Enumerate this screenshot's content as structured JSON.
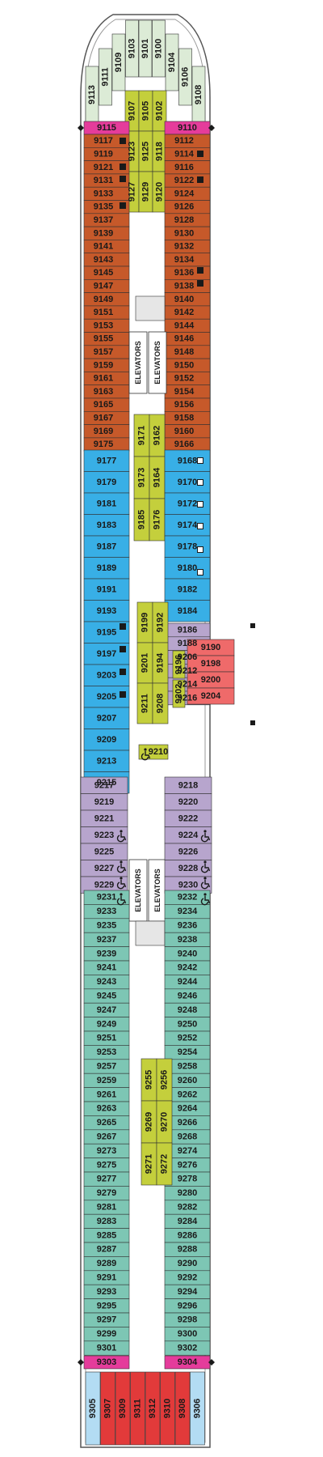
{
  "deck_plan": {
    "labels": {
      "elevators": "ELEVATORS"
    },
    "colors": {
      "pale_green": "#dcebd6",
      "pink": "#e53c9b",
      "brown": "#c6592a",
      "olive": "#c4cf3c",
      "blue": "#38afe6",
      "lavender": "#b7a5cd",
      "salmon": "#ef6a6a",
      "teal": "#7dc6b4",
      "red": "#e23a3a",
      "light_blue": "#b3dcf3",
      "hull": "#cfcfcf"
    },
    "icons": [
      "wheelchair-icon",
      "square-icon",
      "filled-square-icon",
      "diamond-icon"
    ],
    "bow_cabins": [
      "9113",
      "9111",
      "9109",
      "9103",
      "9101",
      "9100",
      "9104",
      "9106",
      "9108"
    ],
    "bow_center_cabins": [
      "9107",
      "9105",
      "9102",
      "9123",
      "9125",
      "9118",
      "9127",
      "9129",
      "9120"
    ],
    "bow_pink_cabins": [
      "9115",
      "9110"
    ],
    "forward_port_cabins": [
      "9117",
      "9119",
      "9121",
      "9131",
      "9133",
      "9135",
      "9137",
      "9139",
      "9141",
      "9143",
      "9145",
      "9147",
      "9149",
      "9151",
      "9153",
      "9155",
      "9157",
      "9159",
      "9161",
      "9163",
      "9165",
      "9167",
      "9169",
      "9175"
    ],
    "forward_starboard_cabins": [
      "9112",
      "9114",
      "9116",
      "9122",
      "9124",
      "9126",
      "9128",
      "9130",
      "9132",
      "9134",
      "9136",
      "9138",
      "9140",
      "9142",
      "9144",
      "9146",
      "9148",
      "9150",
      "9152",
      "9154",
      "9156",
      "9158",
      "9160",
      "9166"
    ],
    "forward_center_cabins": [
      "9171",
      "9162",
      "9173",
      "9164",
      "9185",
      "9176"
    ],
    "mid_port_cabins": [
      "9177",
      "9179",
      "9181",
      "9183",
      "9187",
      "9189",
      "9191",
      "9193",
      "9195",
      "9197",
      "9203",
      "9205",
      "9207",
      "9209",
      "9213",
      "9215"
    ],
    "mid_starboard_cabins": [
      "9168",
      "9170",
      "9172",
      "9174",
      "9178",
      "9180",
      "9182",
      "9184"
    ],
    "mid_starboard_lavender_cabins": [
      "9186",
      "9188",
      "9206",
      "9212",
      "9214",
      "9216"
    ],
    "salmon_cabins": [
      "9190",
      "9198",
      "9200",
      "9204"
    ],
    "mid_center_cabins": [
      "9199",
      "9192",
      "9201",
      "9194",
      "9211",
      "9208",
      "9196",
      "9202",
      "9210"
    ],
    "aft_lavender_port_cabins": [
      "9217",
      "9219",
      "9221",
      "9223",
      "9225",
      "9227",
      "9229"
    ],
    "aft_lavender_starboard_cabins": [
      "9218",
      "9220",
      "9222",
      "9224",
      "9226",
      "9228",
      "9230"
    ],
    "aft_port_cabins": [
      "9231",
      "9233",
      "9235",
      "9237",
      "9239",
      "9241",
      "9243",
      "9245",
      "9247",
      "9249",
      "9251",
      "9253",
      "9257",
      "9259",
      "9261",
      "9263",
      "9265",
      "9267",
      "9273",
      "9275",
      "9277",
      "9279",
      "9281",
      "9283",
      "9285",
      "9287",
      "9289",
      "9291",
      "9293",
      "9295",
      "9297",
      "9299",
      "9301"
    ],
    "aft_starboard_cabins": [
      "9232",
      "9234",
      "9236",
      "9238",
      "9240",
      "9242",
      "9244",
      "9246",
      "9248",
      "9250",
      "9252",
      "9254",
      "9258",
      "9260",
      "9262",
      "9264",
      "9266",
      "9268",
      "9274",
      "9276",
      "9278",
      "9280",
      "9282",
      "9284",
      "9286",
      "9288",
      "9290",
      "9292",
      "9294",
      "9296",
      "9298",
      "9300",
      "9302"
    ],
    "aft_center_cabins": [
      "9255",
      "9256",
      "9269",
      "9270",
      "9271",
      "9272"
    ],
    "stern_pink_cabins": [
      "9303",
      "9304"
    ],
    "stern_cabins": [
      "9305",
      "9307",
      "9309",
      "9311",
      "9312",
      "9310",
      "9308",
      "9306"
    ]
  }
}
